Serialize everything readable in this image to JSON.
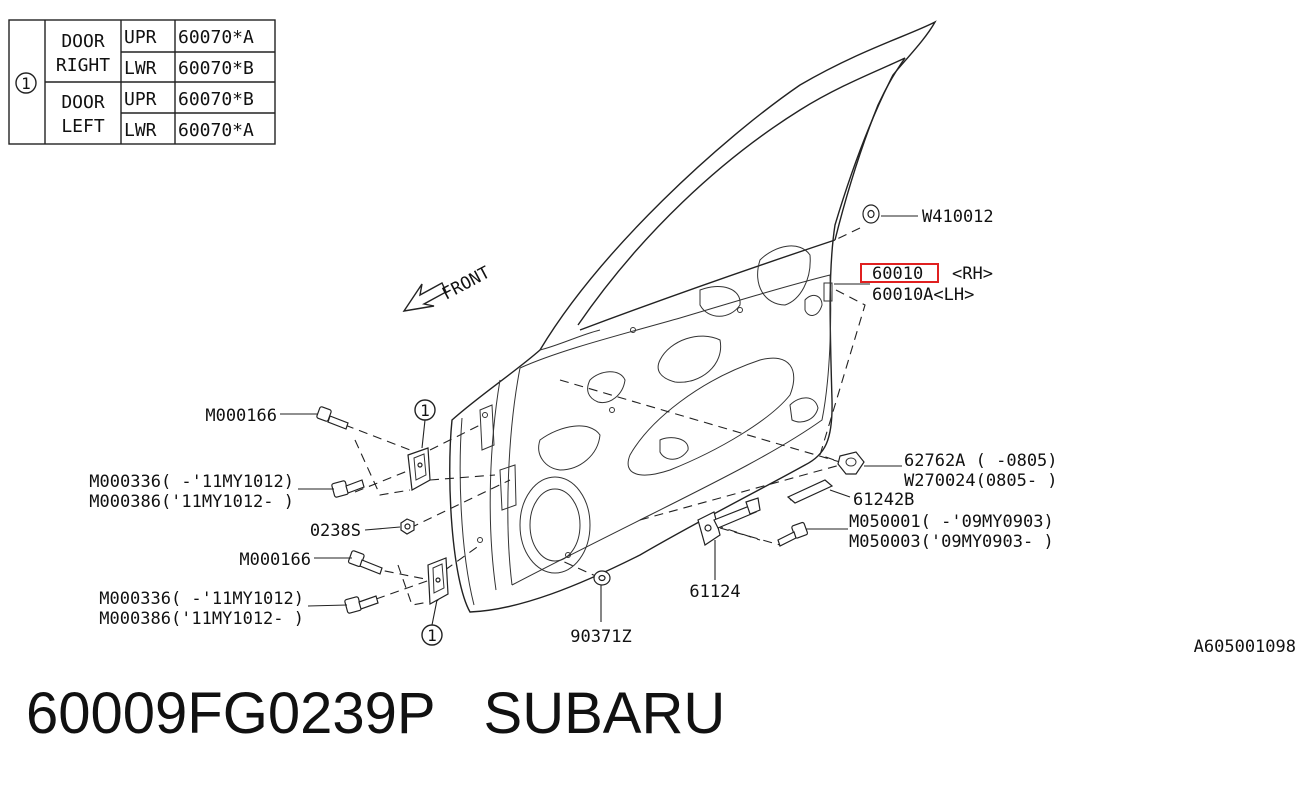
{
  "table": {
    "marker": "1",
    "groups": [
      {
        "door": [
          "DOOR",
          "RIGHT"
        ],
        "rows": [
          {
            "pos": "UPR",
            "part": "60070*A"
          },
          {
            "pos": "LWR",
            "part": "60070*B"
          }
        ]
      },
      {
        "door": [
          "DOOR",
          "LEFT"
        ],
        "rows": [
          {
            "pos": "UPR",
            "part": "60070*B"
          },
          {
            "pos": "LWR",
            "part": "60070*A"
          }
        ]
      }
    ]
  },
  "front_label": "FRONT",
  "callout_marker": "1",
  "labels": {
    "w410012": "W410012",
    "p60010": "60010",
    "rh": "<RH>",
    "p60010a": "60010A<LH>",
    "m000166_top": "M000166",
    "m000336_top": "M000336( -'11MY1012)",
    "m000386_top": "M000386('11MY1012- )",
    "p0238s": "0238S",
    "m000166_bot": "M000166",
    "m000336_bot": "M000336( -'11MY1012)",
    "m000386_bot": "M000386('11MY1012- )",
    "p90371z": "90371Z",
    "p61124": "61124",
    "p62762a": "62762A ( -0805)",
    "w270024": "W270024(0805- )",
    "p61242b": "61242B",
    "m050001": "M050001( -'09MY0903)",
    "m050003": "M050003('09MY0903- )",
    "diagram_id": "A605001098"
  },
  "highlight_color": "#e02020",
  "footer": {
    "part_number": "60009FG0239P",
    "brand": "SUBARU"
  }
}
